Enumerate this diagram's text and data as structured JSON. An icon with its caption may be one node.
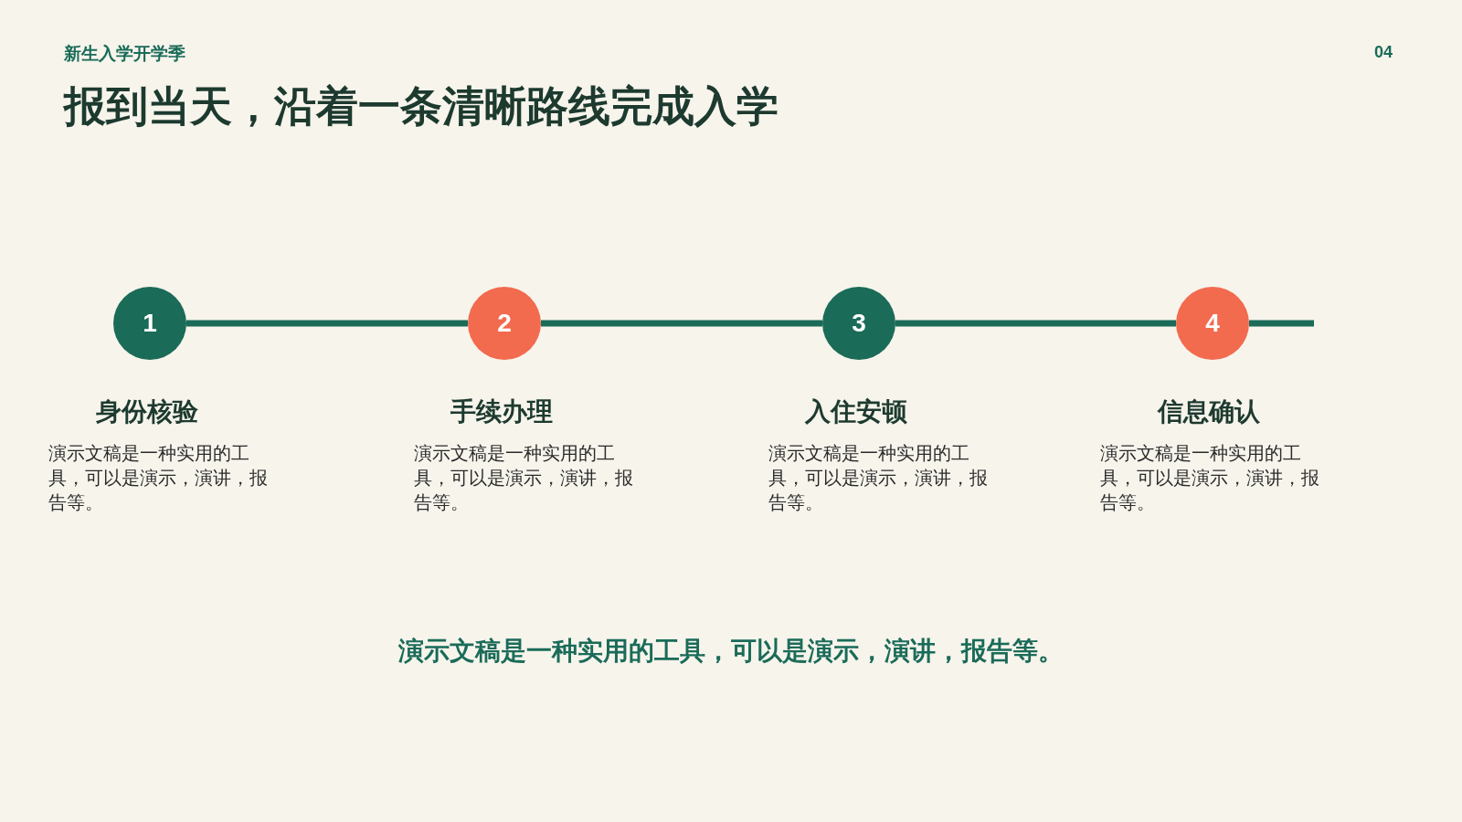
{
  "diagram": {
    "title": "报到当天，沿着一条清晰路线完成入学",
    "nodes": [
      {
        "text": [
          "1"
        ],
        "beside": [
          "身份核验",
          "演示文稿是一种实用的工具，可以是演示，演讲，报告等。"
        ]
      },
      {
        "text": [
          "2"
        ],
        "beside": [
          "手续办理",
          "演示文稿是一种实用的工具，可以是演示，演讲，报告等。"
        ]
      },
      {
        "text": [
          "3"
        ],
        "beside": [
          "入住安顿",
          "演示文稿是一种实用的工具，可以是演示，演讲，报告等。"
        ]
      },
      {
        "text": [
          "4"
        ],
        "beside": [
          "信息确认",
          "演示文稿是一种实用的工具，可以是演示，演讲，报告等。"
        ]
      }
    ],
    "edges": [
      {
        "from": 0,
        "to": 1,
        "arrow": "none"
      },
      {
        "from": 1,
        "to": 2,
        "arrow": "none"
      },
      {
        "from": 2,
        "to": 3,
        "arrow": "none"
      },
      {
        "from": 3,
        "to": null,
        "arrow": "none"
      }
    ],
    "labels": [
      "新生入学开学季",
      "04",
      "演示文稿是一种实用的工具，可以是演示，演讲，报告等。"
    ]
  }
}
